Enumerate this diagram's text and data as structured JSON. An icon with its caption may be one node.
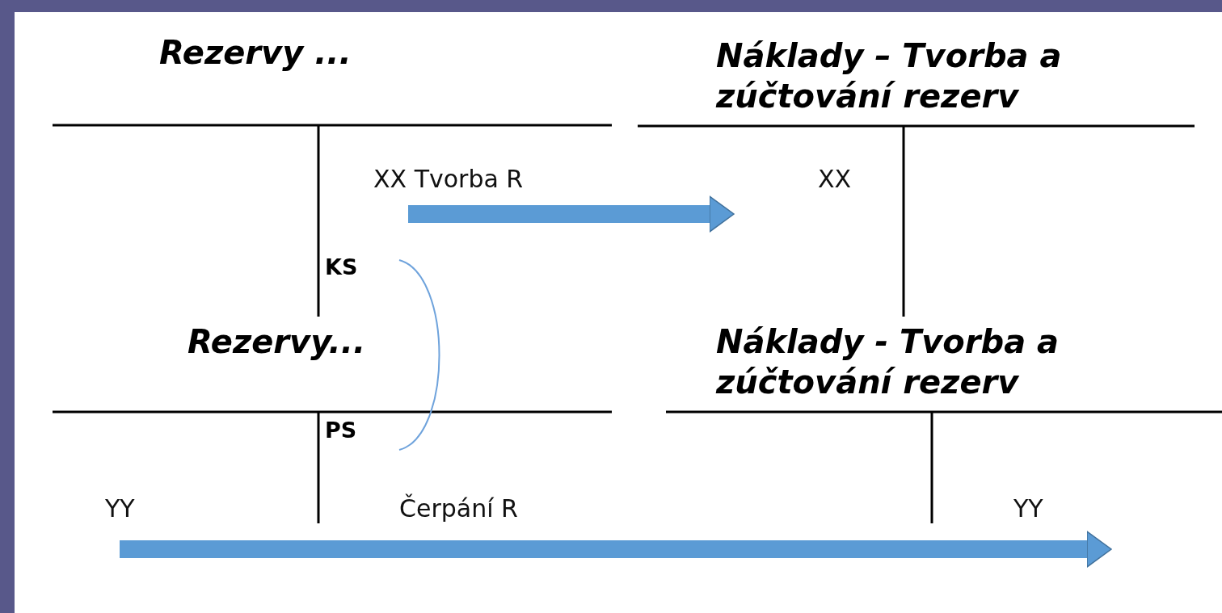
{
  "diagram": {
    "nodes": [
      {
        "text": [
          "XX Tvorba R"
        ]
      },
      {
        "text": [
          "XX"
        ]
      },
      {
        "text": [
          "YY"
        ]
      },
      {
        "text": [
          "YY"
        ]
      }
    ],
    "edges": [
      {
        "from": 0,
        "to": 1,
        "arrow": "to"
      },
      {
        "from": 2,
        "to": 3,
        "arrow": "to"
      }
    ],
    "labels": [
      "Rezervy ...",
      "Náklady – Tvorba a zúčtování rezerv",
      "KS",
      "Rezervy...",
      "Náklady - Tvorba a zúčtování rezerv",
      "PS",
      "Čerpání R"
    ]
  }
}
